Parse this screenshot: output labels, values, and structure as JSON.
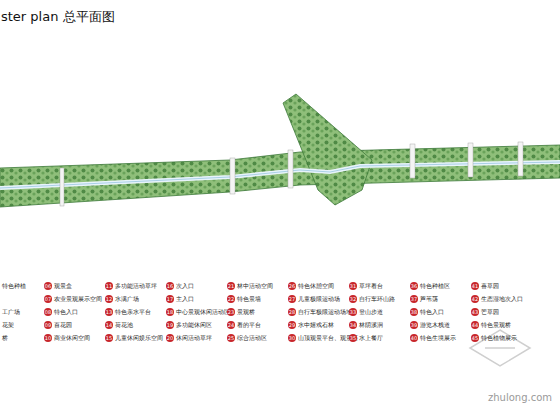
{
  "diagram": {
    "title": "ster plan 总平面图",
    "labels": [
      "特色种植",
      "工广场",
      "花架",
      "桥",
      "06",
      "观景盒",
      "07",
      "农业景观展示空间",
      "08",
      "特色入口",
      "09",
      "百花园",
      "10",
      "商业休闲空间",
      "11",
      "多功能活动草坪",
      "12",
      "水满广场",
      "13",
      "特色亲水平台",
      "14",
      "荷花池",
      "15",
      "儿童休闲娱乐空间",
      "16",
      "次入口",
      "17",
      "主入口",
      "18",
      "中心景观休闲活动区",
      "19",
      "多功能休闲区",
      "20",
      "休闲活动草坪",
      "21",
      "林中活动空间",
      "22",
      "特色景墙",
      "23",
      "景观桥",
      "24",
      "看的平台",
      "25",
      "综合活动区",
      "26",
      "特色休憩空间",
      "27",
      "儿童极限运动场",
      "28",
      "自行车极限运动场地",
      "29",
      "水中嬉戏石林",
      "30",
      "山顶观景平台、观景塔",
      "31",
      "草坪看台",
      "32",
      "自行车环山路",
      "33",
      "登山步道",
      "34",
      "林阴溪涧",
      "35",
      "水上餐厅",
      "36",
      "特色种植区",
      "37",
      "芦苇荡",
      "38",
      "特色入口",
      "39",
      "游览木栈道",
      "40",
      "特色生境展示",
      "41",
      "喜草园",
      "42",
      "生态湿地次入口",
      "43",
      "芒草园",
      "44",
      "特色景观桥",
      "45",
      "特色植物展示",
      "zhulong.com"
    ]
  }
}
